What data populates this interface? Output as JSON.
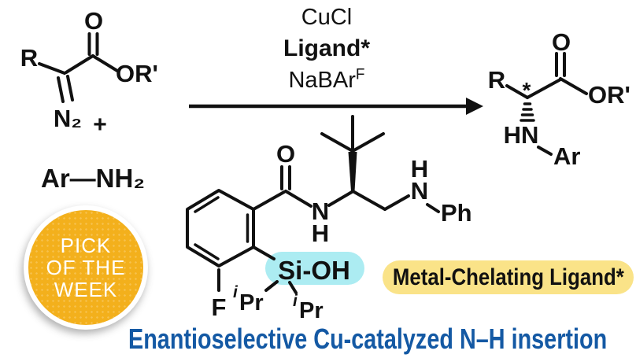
{
  "colors": {
    "ink": "#111111",
    "badge_yellow": "#F3B01C",
    "highlight_yellow": "#FAE388",
    "highlight_cyan": "#ACECF2",
    "headline_blue": "#1459A4"
  },
  "reagents": {
    "catalyst": "CuCl",
    "ligand": "Ligand*",
    "additive_main": "NaBAr",
    "additive_sup": "F"
  },
  "reactants": {
    "diazo": {
      "r": "R",
      "o": "O",
      "or": "OR'",
      "n2": "N₂"
    },
    "plus": "+",
    "amine": "Ar—NH₂"
  },
  "product": {
    "r": "R",
    "star": "*",
    "o": "O",
    "or": "OR'",
    "hn": "HN",
    "ar": "Ar"
  },
  "ligand": {
    "o": "O",
    "amide_n": "N",
    "amide_h": "H",
    "amine_h": "H",
    "amine_n": "N",
    "ph": "Ph",
    "si_oh": "Si-OH",
    "ipr_italic": "i",
    "ipr_pr": "Pr",
    "f": "F"
  },
  "badge": {
    "line1": "PICK",
    "line2": "OF THE",
    "line3": "WEEK"
  },
  "callout": {
    "label": "Metal-Chelating Ligand*"
  },
  "headline": {
    "text": "Enantioselective Cu-catalyzed N–H insertion"
  }
}
